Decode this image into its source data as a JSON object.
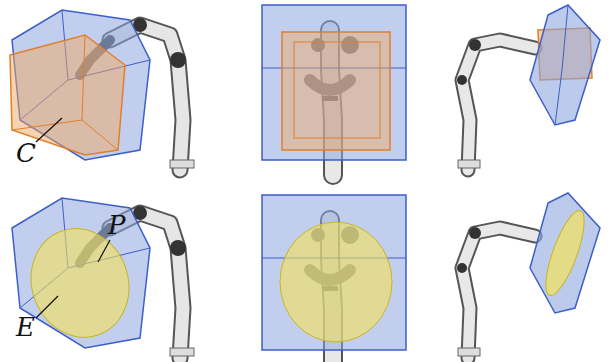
{
  "diagram": {
    "labels": [
      "C",
      "P",
      "E"
    ]
  }
}
